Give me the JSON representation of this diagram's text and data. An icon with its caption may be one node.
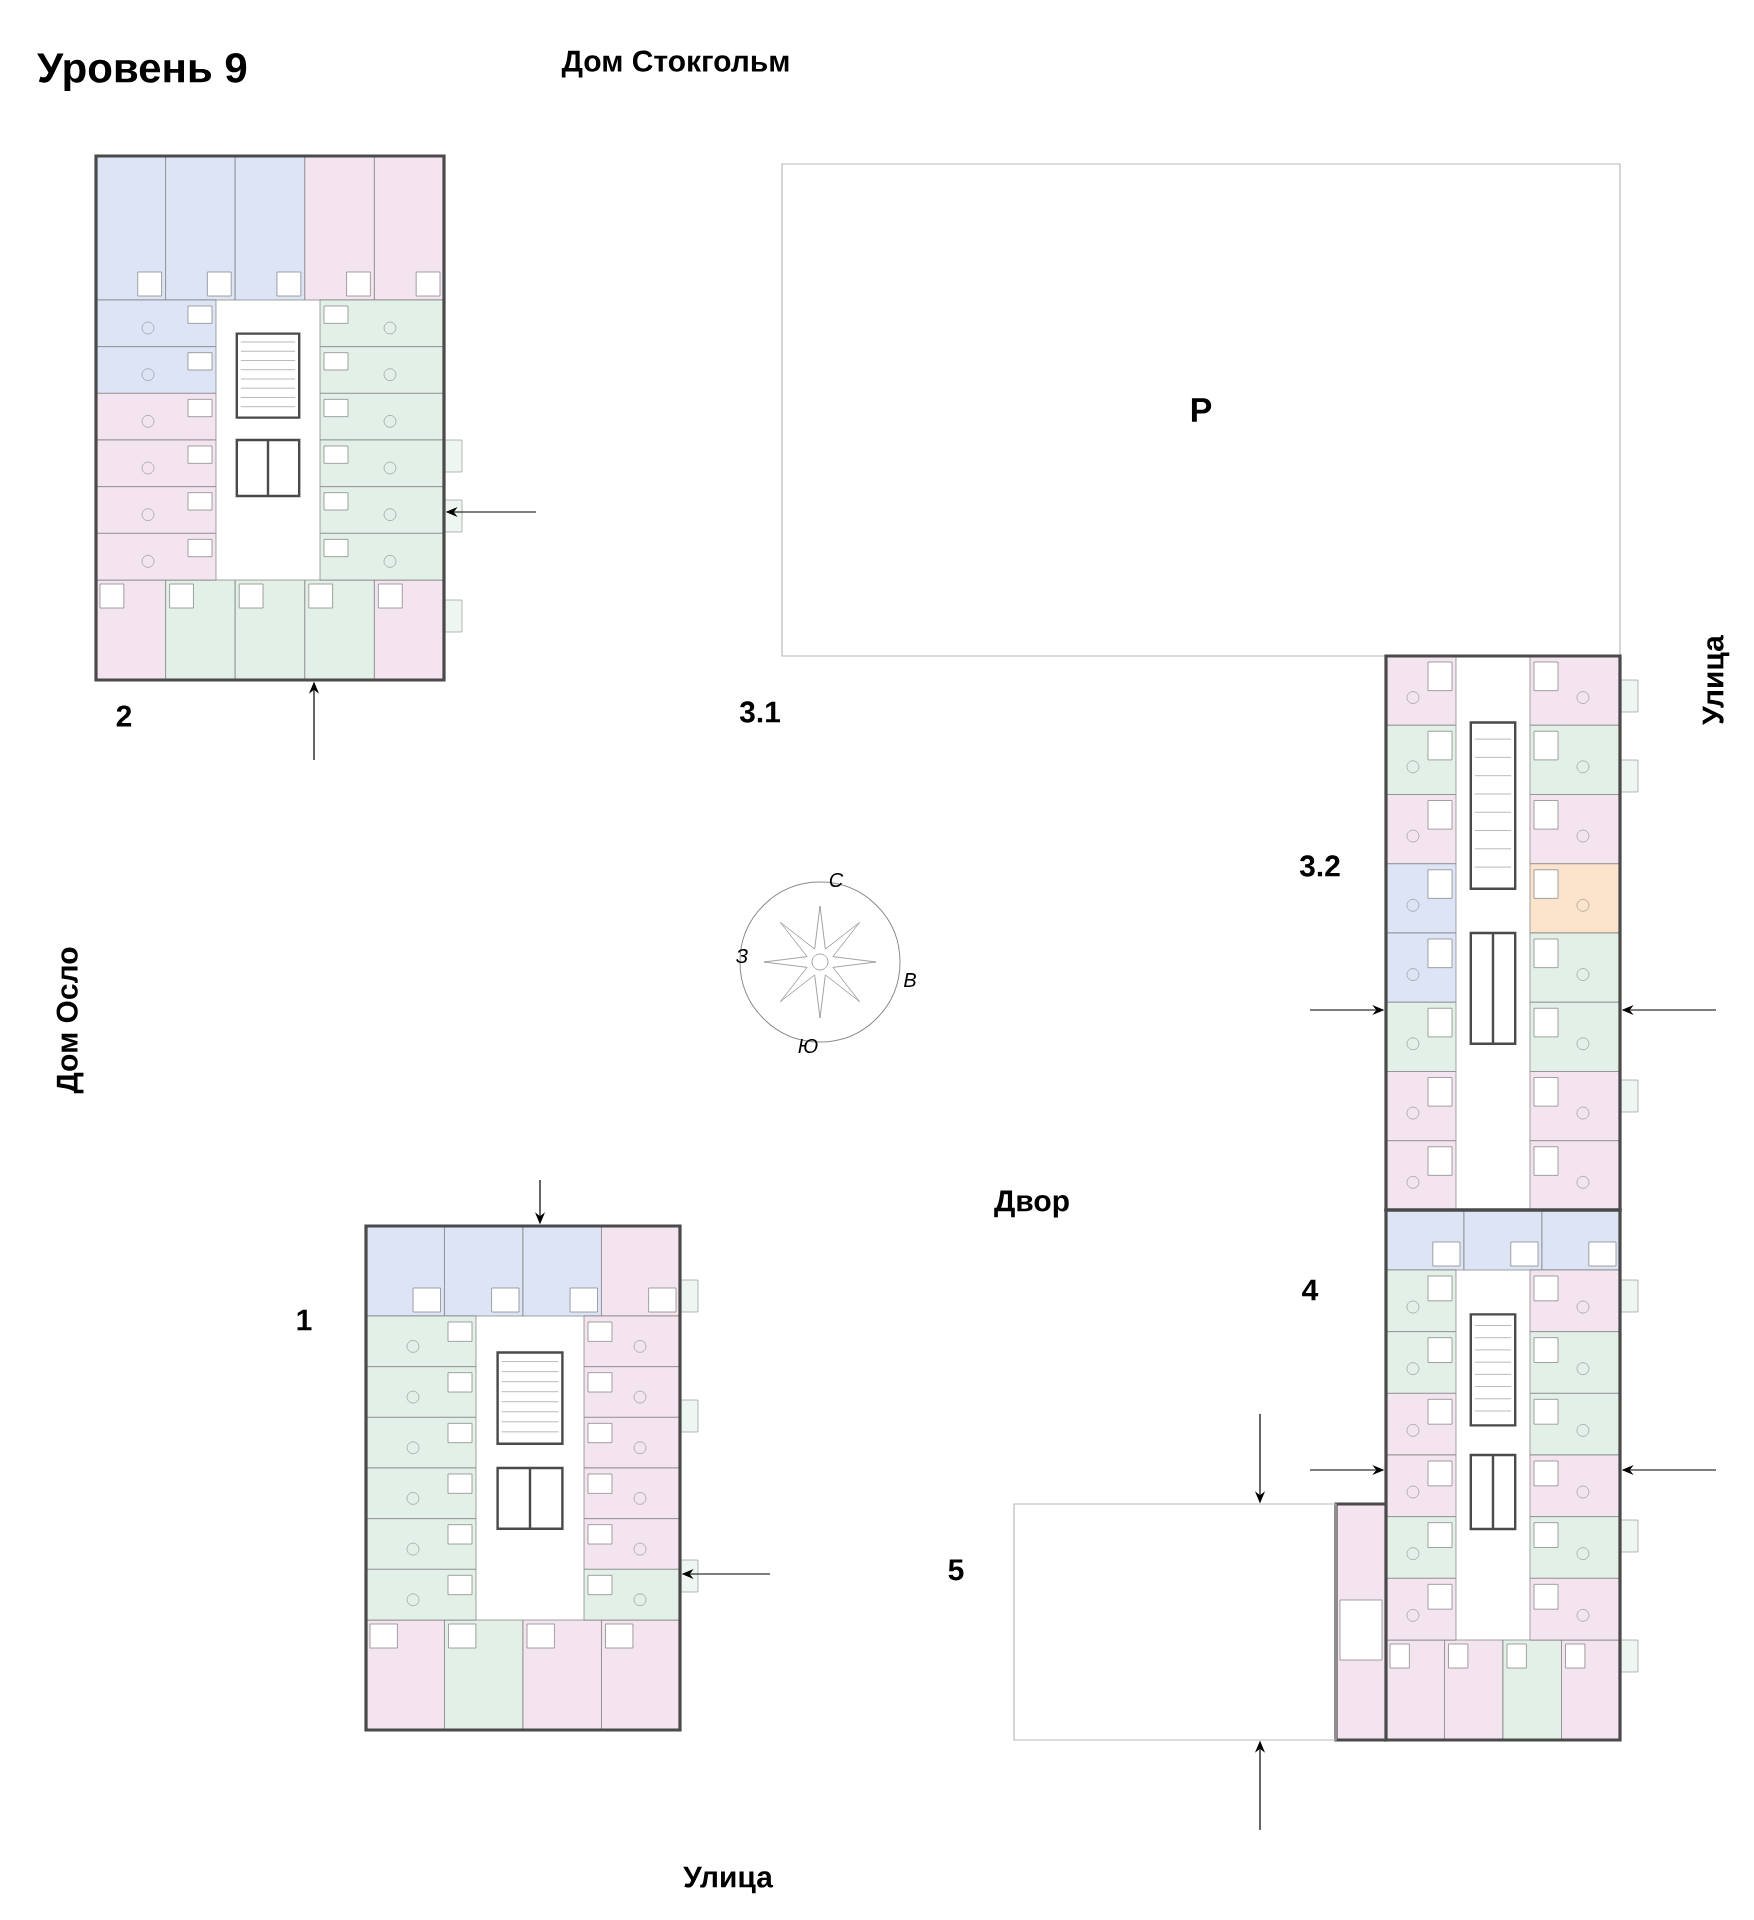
{
  "diagram": {
    "title": "Уровень 9",
    "nodes": [
      {
        "text": [],
        "shape": "picture",
        "beside": [
          "2"
        ]
      },
      {
        "text": [
          "Р"
        ]
      },
      {
        "text": [],
        "shape": "picture",
        "beside": [
          "3.2"
        ]
      },
      {
        "text": [],
        "shape": "picture",
        "beside": [
          "4"
        ]
      },
      {
        "text": [],
        "shape": "box",
        "beside": [
          "5"
        ]
      },
      {
        "text": [],
        "shape": "picture",
        "beside": [
          "1"
        ]
      }
    ],
    "edges": [
      {
        "from": null,
        "to": 0,
        "arrow": "to"
      },
      {
        "from": null,
        "to": 0,
        "arrow": "to"
      },
      {
        "from": null,
        "to": 2,
        "arrow": "to"
      },
      {
        "from": null,
        "to": 2,
        "arrow": "to"
      },
      {
        "from": null,
        "to": 3,
        "arrow": "to"
      },
      {
        "from": null,
        "to": 3,
        "arrow": "to"
      },
      {
        "from": null,
        "to": 4,
        "arrow": "to"
      },
      {
        "from": null,
        "to": 4,
        "arrow": "to"
      },
      {
        "from": null,
        "to": 5,
        "arrow": "to"
      },
      {
        "from": null,
        "to": 5,
        "arrow": "to"
      }
    ],
    "labels": [
      "Дом Стокгольм",
      "3.1",
      "Улица",
      "С",
      "З",
      "В",
      "Ю",
      "Дом Осло",
      "Двор",
      "Улица"
    ]
  }
}
